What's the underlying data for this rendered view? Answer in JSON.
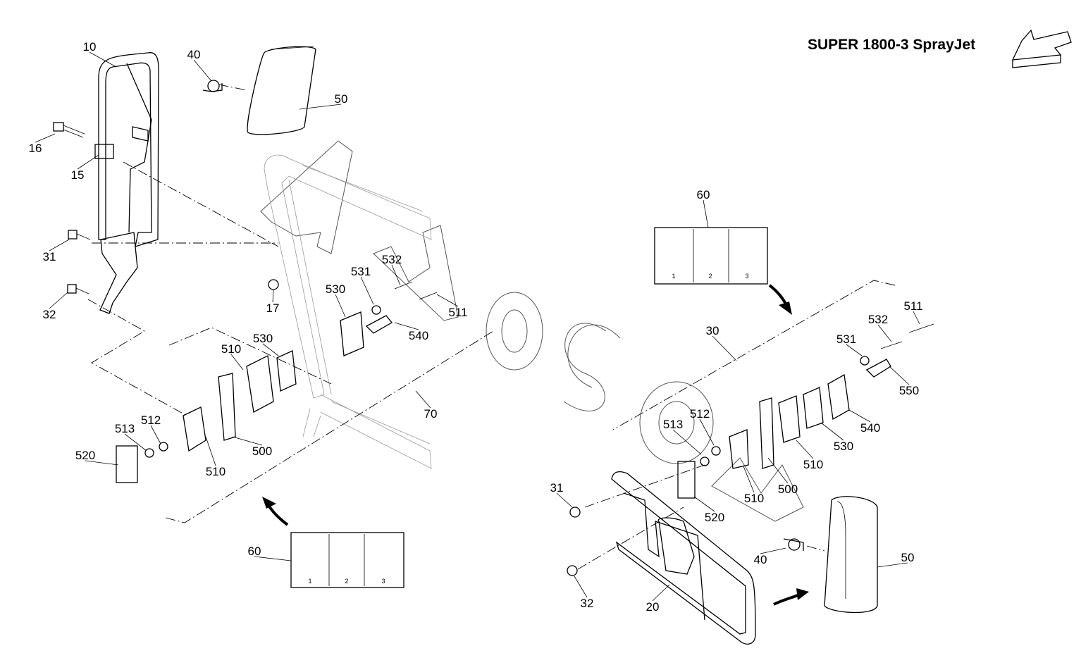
{
  "title": "SUPER 1800-3 SprayJet",
  "icons": {
    "orientation": "direction-arrow-icon",
    "rotate": "curved-arrow-icon"
  },
  "watermark": "AutoSo",
  "callouts": [
    "10",
    "40",
    "50",
    "16",
    "15",
    "31",
    "32",
    "17",
    "530",
    "531",
    "532",
    "511",
    "540",
    "510",
    "530",
    "513",
    "512",
    "520",
    "510",
    "500",
    "70",
    "60",
    "60",
    "30",
    "511",
    "532",
    "531",
    "550",
    "540",
    "530",
    "510",
    "500",
    "510",
    "513",
    "512",
    "520",
    "31",
    "32",
    "20",
    "40",
    "50"
  ],
  "sticker": {
    "steps": [
      "1",
      "2",
      "3"
    ]
  }
}
